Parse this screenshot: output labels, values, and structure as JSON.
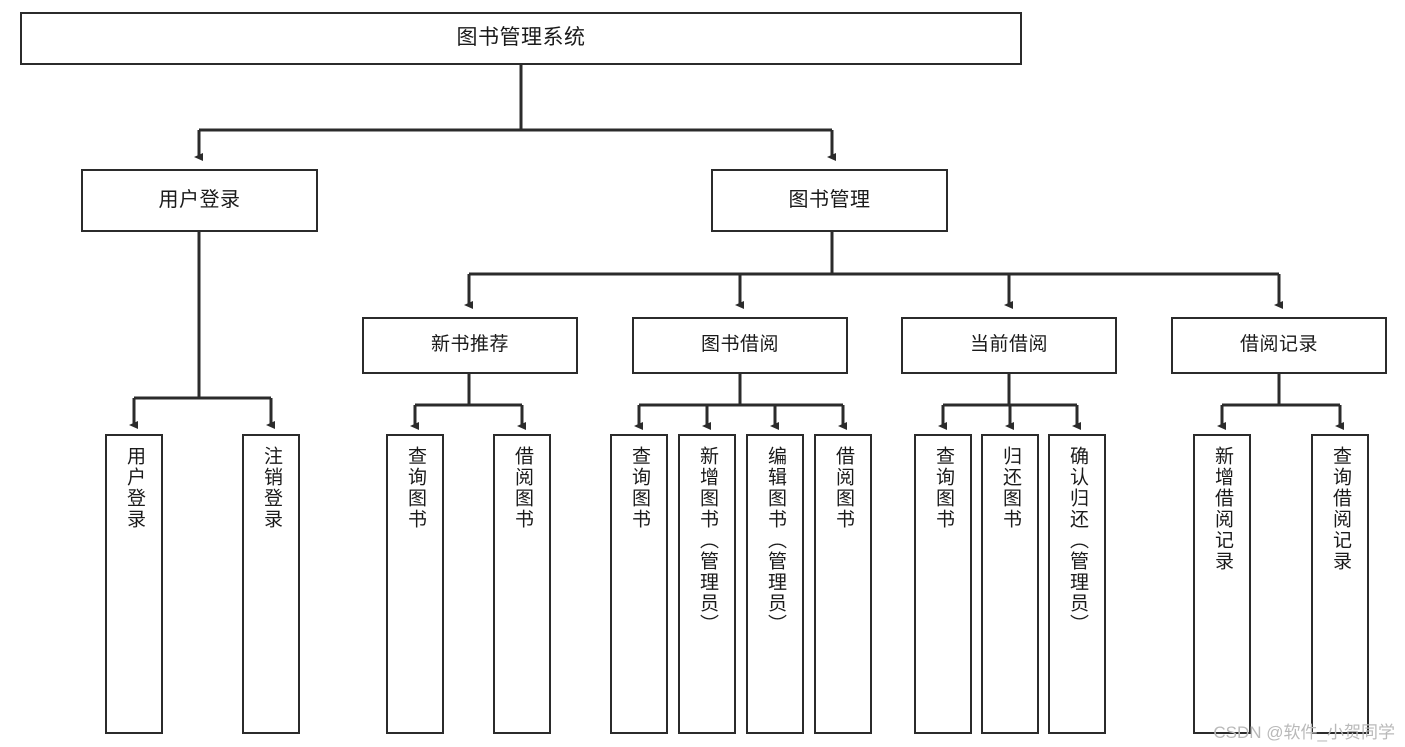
{
  "diagram": {
    "title": "图书管理系统",
    "type": "tree-hierarchy",
    "watermark": "CSDN @软件_小贺同学",
    "colors": {
      "box_border": "#2b2b2b",
      "box_fill": "#ffffff",
      "connector": "#2b2b2b",
      "text": "#1a1a1a",
      "watermark": "#b9b9b9"
    },
    "root": {
      "label": "图书管理系统"
    },
    "level2": [
      {
        "label": "用户登录"
      },
      {
        "label": "图书管理"
      }
    ],
    "level3": [
      {
        "label": "新书推荐"
      },
      {
        "label": "图书借阅"
      },
      {
        "label": "当前借阅"
      },
      {
        "label": "借阅记录"
      }
    ],
    "leaves": {
      "user_login": [
        {
          "label": "用户登录"
        },
        {
          "label": "注销登录"
        }
      ],
      "new_book_recommend": [
        {
          "label": "查询图书"
        },
        {
          "label": "借阅图书"
        }
      ],
      "book_borrow": [
        {
          "label": "查询图书"
        },
        {
          "label": "新增图书（管理员）"
        },
        {
          "label": "编辑图书（管理员）"
        },
        {
          "label": "借阅图书"
        }
      ],
      "current_borrow": [
        {
          "label": "查询图书"
        },
        {
          "label": "归还图书"
        },
        {
          "label": "确认归还（管理员）"
        }
      ],
      "borrow_record": [
        {
          "label": "新增借阅记录"
        },
        {
          "label": "查询借阅记录"
        }
      ]
    }
  }
}
